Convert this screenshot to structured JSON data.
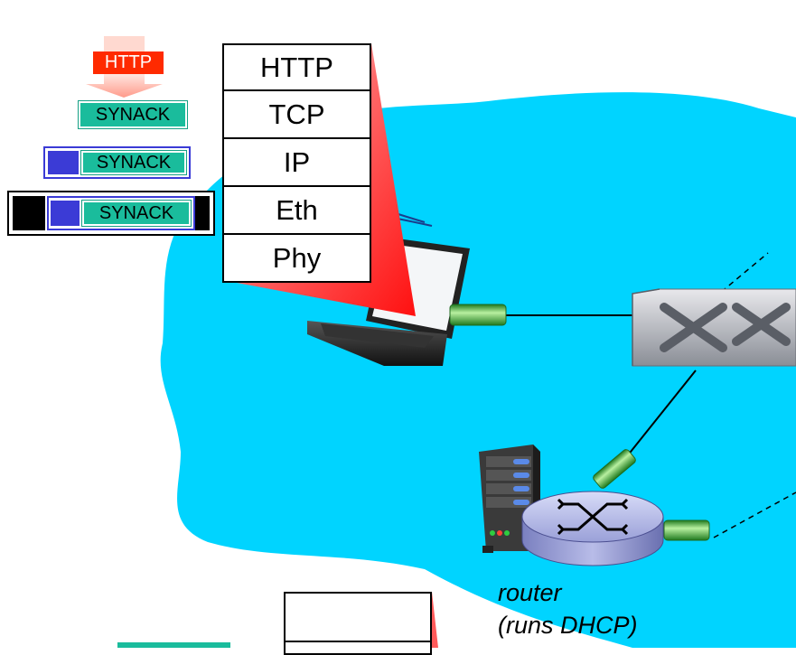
{
  "encapsulation": {
    "http_tag": "HTTP",
    "segment_label": "SYNACK",
    "datagram_label": "SYNACK",
    "frame_label": "SYNACK"
  },
  "protocol_stack": {
    "layers": [
      "HTTP",
      "TCP",
      "IP",
      "Eth",
      "Phy"
    ]
  },
  "router": {
    "label_line1": "router",
    "label_line2": "(runs DHCP)"
  },
  "colors": {
    "network_cloud": "#00d4ff",
    "http": "#ff2a00",
    "tcp_segment": "#1abc9c",
    "ip_header": "#3b3bd6",
    "eth_header": "#000000",
    "link_connector": "#33aa33"
  }
}
